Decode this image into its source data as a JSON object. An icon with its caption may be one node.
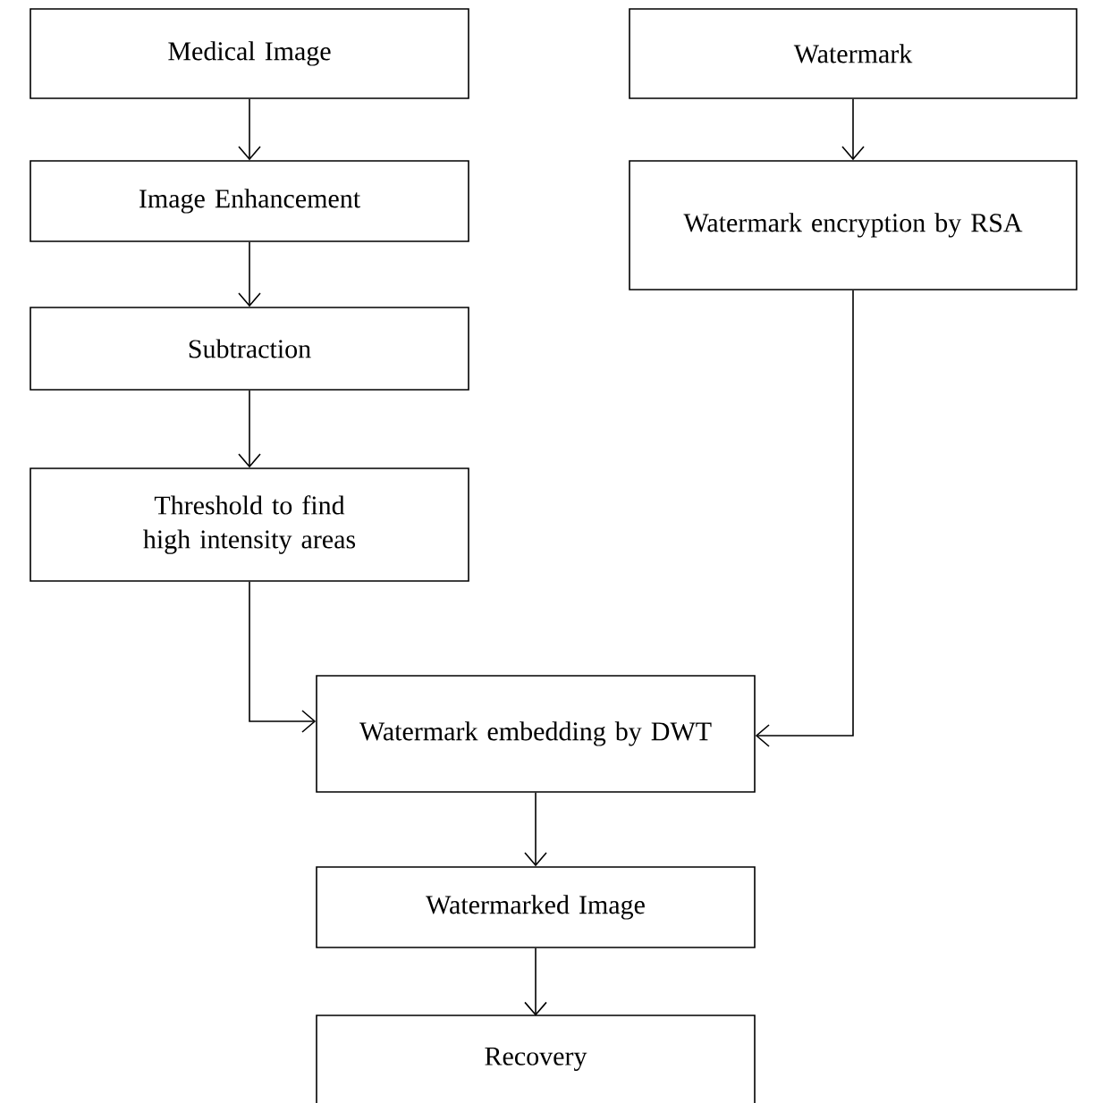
{
  "diagram": {
    "nodes": [
      {
        "text": [
          "Medical Image"
        ]
      },
      {
        "text": [
          "Image Enhancement"
        ]
      },
      {
        "text": [
          "Subtraction"
        ]
      },
      {
        "text": [
          "Threshold to find high intensity areas"
        ]
      },
      {
        "text": [
          "Watermark"
        ]
      },
      {
        "text": [
          "Watermark encryption by RSA"
        ]
      },
      {
        "text": [
          "Watermark embedding by DWT"
        ]
      },
      {
        "text": [
          "Watermarked Image"
        ]
      },
      {
        "text": [
          "Recovery"
        ]
      }
    ],
    "edges": [
      {
        "from": 0,
        "to": 1,
        "arrow": "to"
      },
      {
        "from": 1,
        "to": 2,
        "arrow": "to"
      },
      {
        "from": 2,
        "to": 3,
        "arrow": "to"
      },
      {
        "from": 4,
        "to": 5,
        "arrow": "to"
      },
      {
        "from": 3,
        "to": 6,
        "arrow": "to"
      },
      {
        "from": 5,
        "to": 6,
        "arrow": "to"
      },
      {
        "from": 6,
        "to": 7,
        "arrow": "to"
      },
      {
        "from": 7,
        "to": 8,
        "arrow": "to"
      }
    ]
  }
}
